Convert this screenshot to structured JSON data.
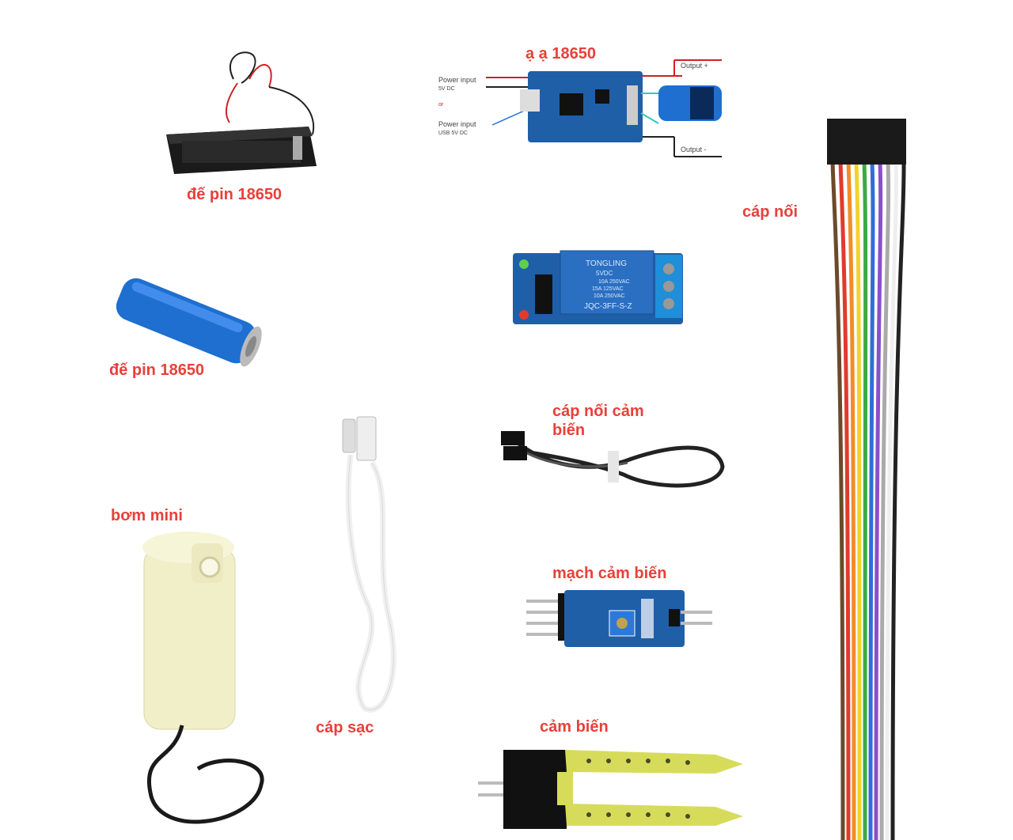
{
  "labels": {
    "battery_holder": "đế pin 18650",
    "battery": "đế pin 18650",
    "charger_top": "ạ    ạ  18650",
    "jumper_cables": "cáp nối",
    "sensor_cable": "cáp nối cảm biến",
    "pump": "bơm mini",
    "charging_cable": "cáp sạc",
    "sensor_circuit": "mạch cảm biến",
    "sensor_probe": "cảm biến"
  },
  "charger_annotations": {
    "power_input_dc": "Power input",
    "dc_sub": "5V DC",
    "or": "or",
    "power_input_usb": "Power input",
    "usb_sub": "USB 5V DC",
    "output_plus": "Output +",
    "output_minus": "Output -"
  },
  "relay_text": {
    "brand": "TONGLING",
    "v": "5VDC",
    "r1": "10A 250VAC",
    "r2": "15A 125VAC",
    "r3": "10A 250VAC",
    "model": "JQC-3FF-S-Z"
  },
  "colors": {
    "label_red": "#e8403a",
    "pcb_blue": "#1f5fa8",
    "battery_blue": "#1e6fd0",
    "relay_blue": "#2a6fc2",
    "probe_yellow": "#d6dc5a"
  }
}
